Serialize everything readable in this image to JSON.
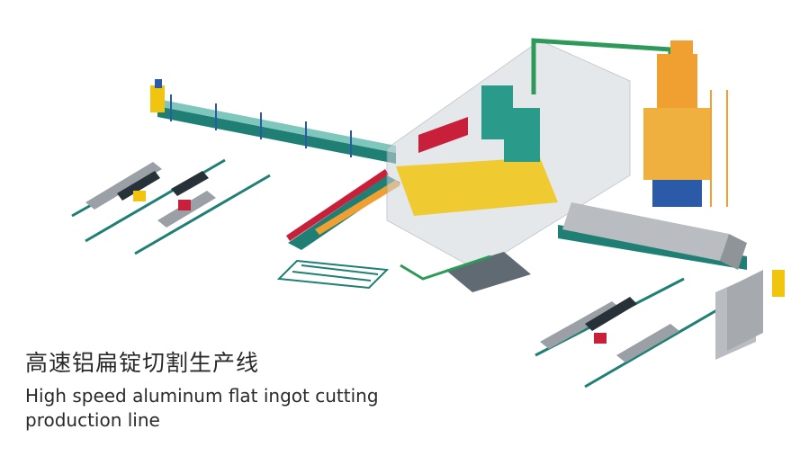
{
  "caption": {
    "title_cn": "高速铝扁锭切割生产线",
    "title_en_line1": "High speed aluminum flat ingot cutting",
    "title_en_line2": "production line"
  },
  "colors": {
    "conveyor_teal": "#1f7f74",
    "frame_blue": "#2a5aa8",
    "yellow": "#f1c40f",
    "orange": "#f0a030",
    "red": "#c8203a",
    "gray_panel": "#b9bcc0",
    "glass": "#cfd6dc",
    "green_pipe": "#2e9a5a"
  }
}
